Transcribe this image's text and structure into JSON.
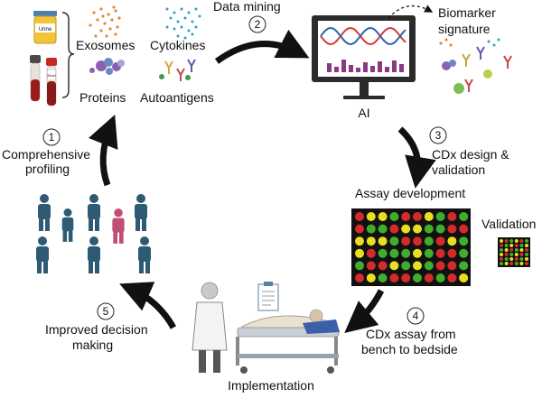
{
  "samples": {
    "urine": "Urine",
    "blood": "Blood"
  },
  "biomarkers": {
    "exosomes": "Exosomes",
    "cytokines": "Cytokines",
    "proteins": "Proteins",
    "autoantigens": "Autoantigens"
  },
  "steps": [
    {
      "number": "1",
      "label_line1": "Comprehensive",
      "label_line2": "profiling"
    },
    {
      "number": "2",
      "label_line1": "Data mining",
      "label_line2": ""
    },
    {
      "number": "3",
      "label_line1": "CDx design &",
      "label_line2": "validation"
    },
    {
      "number": "4",
      "label_line1": "CDx assay from",
      "label_line2": "bench to bedside"
    },
    {
      "number": "5",
      "label_line1": "Improved decision",
      "label_line2": "making"
    }
  ],
  "ai_label": "AI",
  "signature": {
    "line1": "Biomarker",
    "line2": "signature"
  },
  "assay_title": "Assay development",
  "validation_label": "Validation",
  "implementation_label": "Implementation",
  "colors": {
    "arrow": "#111111",
    "person": "#2e5a73",
    "highlight_person": "#c14f73",
    "dna_red": "#d6393b",
    "dna_blue": "#2c64ae",
    "bars": "#8b3a82",
    "well_red": "#d42a2a",
    "well_yellow": "#e8df1e",
    "well_green": "#3fae2c",
    "well_grey": "#666666",
    "plate_bg": "#111111"
  },
  "plate": {
    "rows": [
      "RYYGRRYGRG",
      "RGGRYYGGRR",
      "YYYGRRGRYG",
      "YRGGGYGRRG",
      "GRRYGYGRRG",
      "RYGRRGRGRY"
    ]
  },
  "mini_plate": {
    "rows": [
      "YRGYRG",
      "RGYRGY",
      "GYRGYR",
      "YRGYRG",
      "RGYRGY",
      "GYRGYR"
    ]
  }
}
